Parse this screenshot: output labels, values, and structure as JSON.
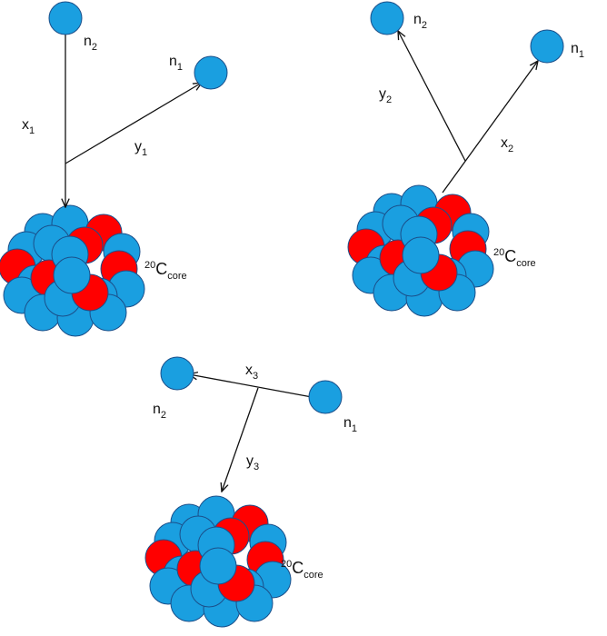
{
  "colors": {
    "neutron": "#1a9fe0",
    "proton": "#ff0000",
    "stroke": "#1b4f8a",
    "arrow": "#111111"
  },
  "panels": [
    {
      "neutron1_label": {
        "base": "n",
        "sub": "1"
      },
      "neutron2_label": {
        "base": "n",
        "sub": "2"
      },
      "coord_x_label": {
        "base": "x",
        "sub": "1"
      },
      "coord_y_label": {
        "base": "y",
        "sub": "1"
      },
      "core_label": {
        "sup": "20",
        "base": "C",
        "sub": "core"
      }
    },
    {
      "neutron1_label": {
        "base": "n",
        "sub": "1"
      },
      "neutron2_label": {
        "base": "n",
        "sub": "2"
      },
      "coord_x_label": {
        "base": "x",
        "sub": "2"
      },
      "coord_y_label": {
        "base": "y",
        "sub": "2"
      },
      "core_label": {
        "sup": "20",
        "base": "C",
        "sub": "core"
      }
    },
    {
      "neutron1_label": {
        "base": "n",
        "sub": "1"
      },
      "neutron2_label": {
        "base": "n",
        "sub": "2"
      },
      "coord_x_label": {
        "base": "x",
        "sub": "3"
      },
      "coord_y_label": {
        "base": "y",
        "sub": "3"
      },
      "core_label": {
        "sup": "20",
        "base": "C",
        "sub": "core"
      }
    }
  ]
}
